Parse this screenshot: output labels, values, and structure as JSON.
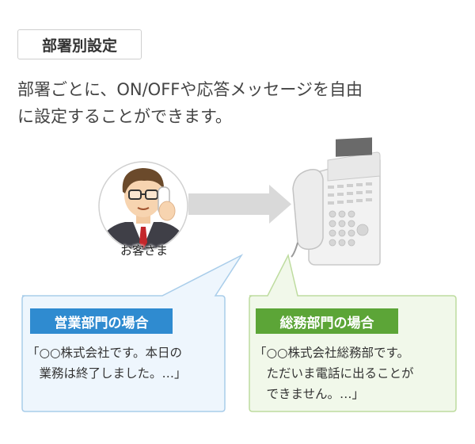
{
  "header": {
    "title": "部署別設定",
    "description_line1": "部署ごとに、ON/OFFや応答メッセージを自由",
    "description_line2": "に設定することができます。"
  },
  "illustration": {
    "customer_label": "お客さま"
  },
  "sales": {
    "badge": "営業部門の場合",
    "message": "「○○株式会社です。本日の\n　業務は終了しました。…」",
    "color": "#2f8bd0",
    "box_bg": "#eef6fd",
    "box_border": "#a9cdea"
  },
  "general": {
    "badge": "総務部門の場合",
    "message": "「○○株式会社総務部です。\n　ただいま電話に出ることが\n　できません。…」",
    "color": "#5ca537",
    "box_bg": "#f1f8ea",
    "box_border": "#bedc9f"
  }
}
